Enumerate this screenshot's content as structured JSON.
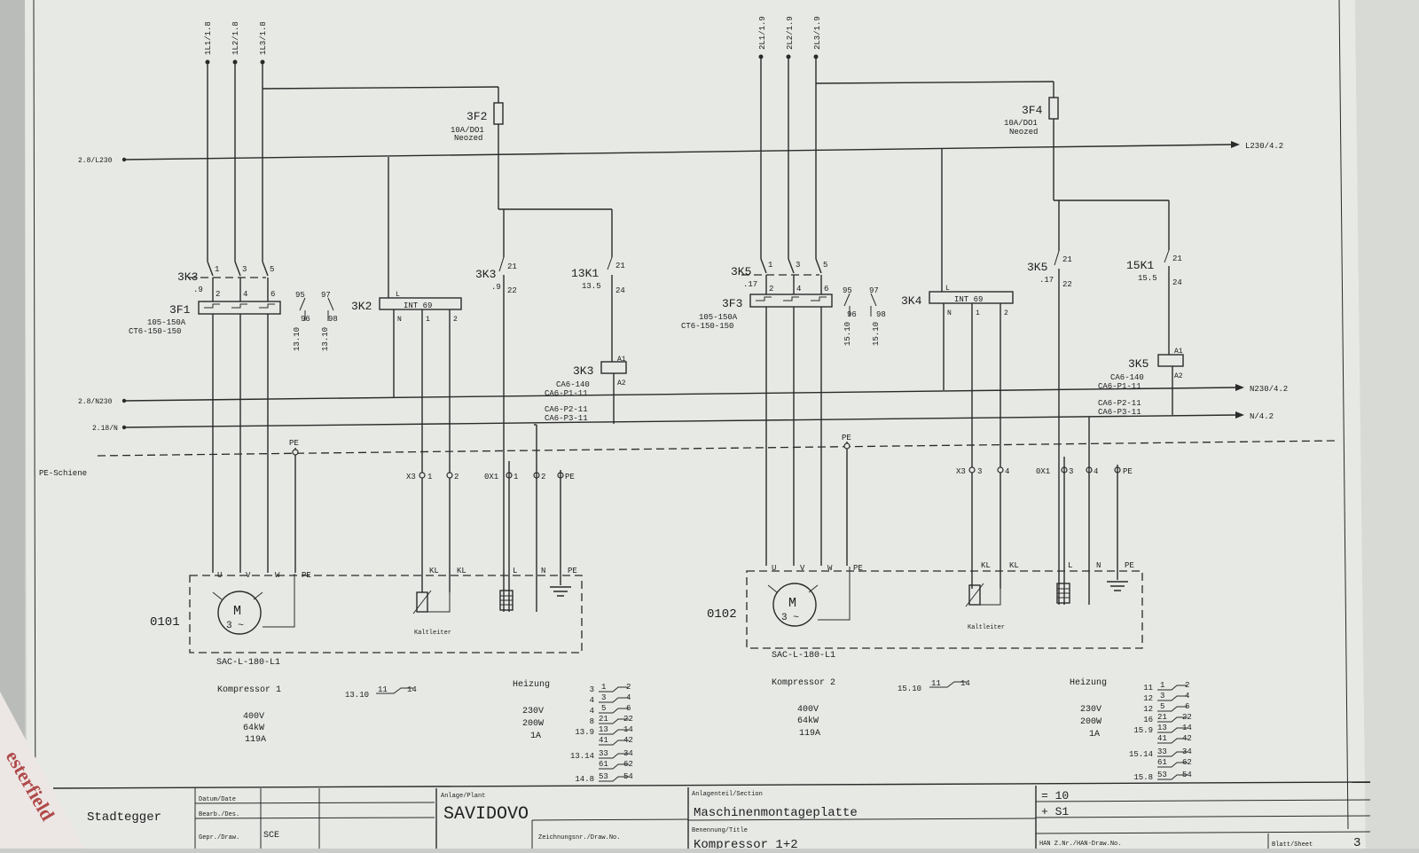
{
  "colors": {
    "paper": "#e7e9e5",
    "ink": "#2a2a2a",
    "background": "#c9ccc8"
  },
  "rails": {
    "l230_left": "2.8/L230",
    "l230_right": "L230/4.2",
    "n230_left": "2.8/N230",
    "n230_right": "N230/4.2",
    "n_left": "2.18/N",
    "n_right": "N/4.2",
    "pe_bar": "PE-Schiene"
  },
  "feeds": [
    "1L1/1.8",
    "1L2/1.8",
    "1L3/1.8",
    "2L1/1.9",
    "2L2/1.9",
    "2L3/1.9"
  ],
  "group1": {
    "fuse": {
      "ref": "3F2",
      "spec": "10A/DO1",
      "type": "Neozed"
    },
    "contactor_main": {
      "ref": "3K3",
      "ref2": ".9",
      "t1": "1",
      "t2": "2",
      "t3": "3",
      "t4": "4",
      "t5": "5",
      "t6": "6"
    },
    "overload": {
      "ref": "3F1",
      "range": "105-150A",
      "type": "CT6-150-150"
    },
    "aux95": {
      "a": "95",
      "b": "96",
      "c": "97",
      "d": "98",
      "ref_a": "13.10",
      "ref_b": "13.10"
    },
    "int69": {
      "ref": "3K2",
      "label": "INT 69",
      "l": "L",
      "n": "N",
      "one": "1",
      "two": "2"
    },
    "contact_3k3": {
      "ref": "3K3",
      "ref2": ".9",
      "a": "21",
      "b": "22"
    },
    "contact_13k1": {
      "ref": "13K1",
      "ref2": "13.5",
      "a": "21",
      "b": "24"
    },
    "coil": {
      "ref": "3K3",
      "a1": "A1",
      "a2": "A2",
      "t1": "CA6-140",
      "t2": "CA6-P1-11",
      "t3": "CA6-P2-11",
      "t4": "CA6-P3-11"
    },
    "pe": "PE",
    "terminals": {
      "x3": "X3",
      "one": "1",
      "two": "2",
      "ox1": "0X1",
      "o1": "1",
      "o2": "2",
      "pe": "PE"
    },
    "motor": {
      "id": "0101",
      "symbol": "M",
      "phase": "3 ~",
      "model": "SAC-L-180-L1",
      "u": "U",
      "v": "V",
      "w": "W",
      "pe": "PE",
      "kl1": "KL",
      "kl2": "KL",
      "l": "L",
      "n": "N",
      "pe2": "PE",
      "kaltleiter": "Kaltleiter"
    },
    "title": "Kompressor 1",
    "v": "400V",
    "kw": "64kW",
    "a": "119A",
    "contact_ref": {
      "ref": "13.10",
      "a": "11",
      "b": "14"
    },
    "heizung": "Heizung",
    "h_v": "230V",
    "h_w": "200W",
    "h_a": "1A",
    "xref": [
      {
        "ref": "3",
        "a": "1",
        "b": "2"
      },
      {
        "ref": "4",
        "a": "3",
        "b": "4"
      },
      {
        "ref": "4",
        "a": "5",
        "b": "6"
      },
      {
        "ref": "8",
        "a": "21",
        "b": "22"
      },
      {
        "ref": "13.9",
        "a": "13",
        "b": "14"
      },
      {
        "ref": "",
        "a": "41",
        "b": "42"
      },
      {
        "ref": "13.14",
        "a": "33",
        "b": "34"
      },
      {
        "ref": "",
        "a": "61",
        "b": "62"
      },
      {
        "ref": "14.8",
        "a": "53",
        "b": "54"
      }
    ]
  },
  "group2": {
    "fuse": {
      "ref": "3F4",
      "spec": "10A/DO1",
      "type": "Neozed"
    },
    "contactor_main": {
      "ref": "3K5",
      "ref2": ".17",
      "t1": "1",
      "t2": "2",
      "t3": "3",
      "t4": "4",
      "t5": "5",
      "t6": "6"
    },
    "overload": {
      "ref": "3F3",
      "range": "105-150A",
      "type": "CT6-150-150"
    },
    "aux95": {
      "a": "95",
      "b": "96",
      "c": "97",
      "d": "98",
      "ref_a": "15.10",
      "ref_b": "15.10"
    },
    "int69": {
      "ref": "3K4",
      "label": "INT 69",
      "l": "L",
      "n": "N",
      "one": "1",
      "two": "2"
    },
    "contact_3k5": {
      "ref": "3K5",
      "ref2": ".17",
      "a": "21",
      "b": "22"
    },
    "contact_15k1": {
      "ref": "15K1",
      "ref2": "15.5",
      "a": "21",
      "b": "24"
    },
    "coil": {
      "ref": "3K5",
      "a1": "A1",
      "a2": "A2",
      "t1": "CA6-140",
      "t2": "CA6-P1-11",
      "t3": "CA6-P2-11",
      "t4": "CA6-P3-11"
    },
    "pe": "PE",
    "terminals": {
      "x3": "X3",
      "one": "3",
      "two": "4",
      "ox1": "0X1",
      "o1": "3",
      "o2": "4",
      "pe": "PE"
    },
    "motor": {
      "id": "0102",
      "symbol": "M",
      "phase": "3 ~",
      "model": "SAC-L-180-L1",
      "u": "U",
      "v": "V",
      "w": "W",
      "pe": "PE",
      "kl1": "KL",
      "kl2": "KL",
      "l": "L",
      "n": "N",
      "pe2": "PE",
      "kaltleiter": "Kaltleiter"
    },
    "title": "Kompressor 2",
    "v": "400V",
    "kw": "64kW",
    "a": "119A",
    "contact_ref": {
      "ref": "15.10",
      "a": "11",
      "b": "14"
    },
    "heizung": "Heizung",
    "h_v": "230V",
    "h_w": "200W",
    "h_a": "1A",
    "xref": [
      {
        "ref": "11",
        "a": "1",
        "b": "2"
      },
      {
        "ref": "12",
        "a": "3",
        "b": "4"
      },
      {
        "ref": "12",
        "a": "5",
        "b": "6"
      },
      {
        "ref": "16",
        "a": "21",
        "b": "22"
      },
      {
        "ref": "15.9",
        "a": "13",
        "b": "14"
      },
      {
        "ref": "",
        "a": "41",
        "b": "42"
      },
      {
        "ref": "15.14",
        "a": "33",
        "b": "34"
      },
      {
        "ref": "",
        "a": "61",
        "b": "62"
      },
      {
        "ref": "15.8",
        "a": "53",
        "b": "54"
      }
    ]
  },
  "titleblock": {
    "name": "Stadtegger",
    "datum": "Datum/Date",
    "bearb": "Bearb./Des.",
    "gepr": "Gepr./Draw.",
    "gepr_val": "SCE",
    "anlage_label": "Anlage/Plant",
    "anlage": "SAVIDOVO",
    "zeichnung_label": "Zeichnungsnr./Draw.No.",
    "section_label": "Anlagenteil/Section",
    "section": "Maschinenmontageplatte",
    "benennung_label": "Benennung/Title",
    "benennung": "Kompressor 1+2",
    "eq1": "= 10",
    "eq2": "+ S1",
    "han_label": "HAN Z.Nr./HAN-Draw.No.",
    "blatt_label": "Blatt/Sheet",
    "blatt": "3"
  },
  "pen_text": "esterfield"
}
